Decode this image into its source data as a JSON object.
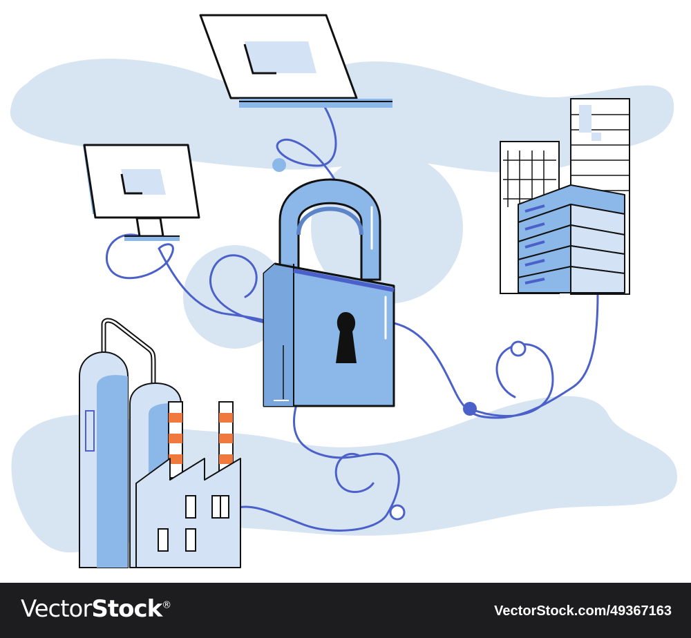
{
  "footer": {
    "brand_part1": "Vector",
    "brand_part2": "Stock",
    "brand_mark": "®",
    "image_id": "VectorStock.com/49367163"
  },
  "palette": {
    "blob": "#d7e4f2",
    "blue": "#8bb8e8",
    "light_blue": "#d3e3f5",
    "wire": "#4b60c9",
    "outline": "#111111",
    "chimney_stripe": "#f07a3e",
    "footer_bg": "#1d1d1f"
  },
  "icons": [
    "padlock-icon",
    "laptop-icon",
    "desktop-monitor-icon",
    "server-rack-icon",
    "office-building-icon",
    "factory-icon",
    "gas-tank-icon"
  ]
}
